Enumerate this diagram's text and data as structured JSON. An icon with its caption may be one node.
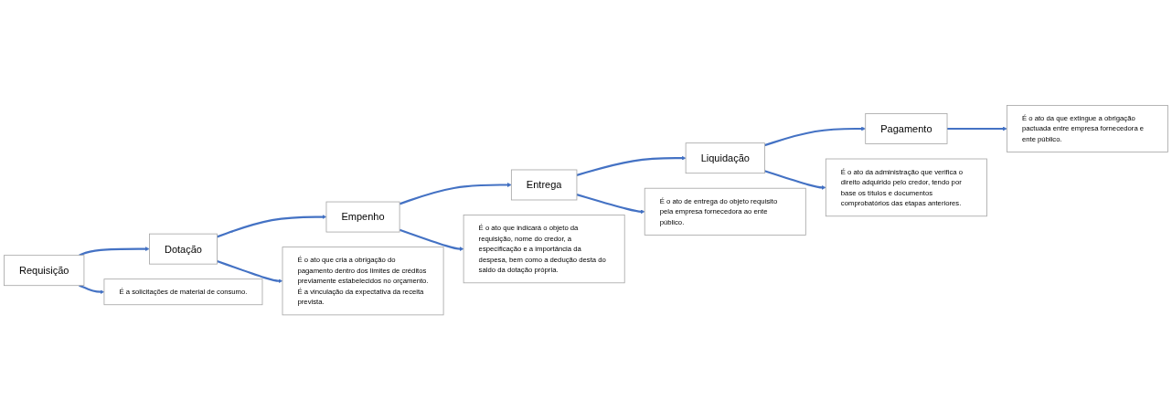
{
  "diagram": {
    "nodes": [
      {
        "text": [
          "Requisição"
        ]
      },
      {
        "text": [
          "Dotação"
        ]
      },
      {
        "text": [
          "Empenho"
        ]
      },
      {
        "text": [
          "Entrega"
        ]
      },
      {
        "text": [
          "Liquidação"
        ]
      },
      {
        "text": [
          "Pagamento"
        ]
      },
      {
        "text": [
          "É a solicitações de material de consumo."
        ]
      },
      {
        "text": [
          "É o ato que cria a obrigação do pagamento dentro dos limites de créditos previamente estabelecidos no orçamento.",
          "É a vinculação da expectativa da receita prevista."
        ]
      },
      {
        "text": [
          "É o ato que indicará o objeto da requisição, nome do credor, a especificação e a importância da despesa, bem como a dedução desta do saldo da dotação própria."
        ]
      },
      {
        "text": [
          "É o ato de entrega do objeto requisito pela empresa fornecedora ao ente público."
        ]
      },
      {
        "text": [
          "É o ato da administração que verifica o direito adquirido pelo credor, tendo por base os títulos e documentos comprobatórios das etapas anteriores."
        ]
      },
      {
        "text": [
          "É o ato da que extingue a obrigação pactuada entre empresa fornecedora e ente público."
        ]
      }
    ],
    "edges": [
      {
        "from": 0,
        "to": 1,
        "arrow": "to"
      },
      {
        "from": 1,
        "to": 2,
        "arrow": "to"
      },
      {
        "from": 2,
        "to": 3,
        "arrow": "to"
      },
      {
        "from": 3,
        "to": 4,
        "arrow": "to"
      },
      {
        "from": 4,
        "to": 5,
        "arrow": "to"
      },
      {
        "from": 0,
        "to": 6,
        "arrow": "to"
      },
      {
        "from": 1,
        "to": 7,
        "arrow": "to"
      },
      {
        "from": 2,
        "to": 8,
        "arrow": "to"
      },
      {
        "from": 3,
        "to": 9,
        "arrow": "to"
      },
      {
        "from": 4,
        "to": 10,
        "arrow": "to"
      },
      {
        "from": 5,
        "to": 11,
        "arrow": "to"
      }
    ]
  }
}
